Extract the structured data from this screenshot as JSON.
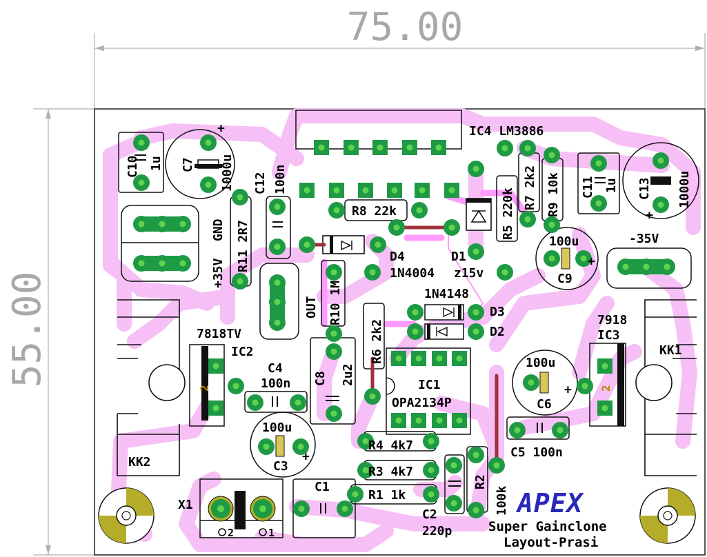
{
  "dimensions": {
    "width_label": "75.00",
    "height_label": "55.00"
  },
  "colors": {
    "track_top": "#f5c4f5",
    "track_bottom": "#ff9bff",
    "pad": "#1e9a45",
    "pad_center": "#5fd34e",
    "silk": "#000000",
    "ring": "#d2b400",
    "jumper": "#a0303a",
    "logo": "#2a28b8"
  },
  "labels": {
    "ic4": "IC4 LM3886",
    "ic1_name": "IC1",
    "ic1_part": "OPA2134P",
    "ic2_name": "IC2",
    "ic2_part": "7818TV",
    "ic3_name": "IC3",
    "ic3_part": "7918",
    "kk1": "KK1",
    "kk2": "KK2",
    "x1": "X1",
    "c1": "C1",
    "c2": "C2",
    "c2_val": "220p",
    "c3": "C3",
    "c3_val": "100u",
    "c4": "C4",
    "c4_val": "100n",
    "c5": "C5 100n",
    "c6": "C6",
    "c6_val": "100u",
    "c7": "C7",
    "c7_val": "1000u",
    "c8": "C8",
    "c8_val": "2u2",
    "c9": "C9",
    "c9_val": "100u",
    "c10": "C10",
    "c10_val": "1u",
    "c11": "C11",
    "c11_val": "1u",
    "c12": "C12",
    "c12_val": "100n",
    "c13": "C13",
    "c13_val": "1000u",
    "r1": "R1 1k",
    "r2": "R2",
    "r2_val": "100k",
    "r3": "R3 4k7",
    "r4": "R4 4k7",
    "r5": "R5 220k",
    "r6": "R6 2k2",
    "r7": "R7 2k2",
    "r8": "R8 22k",
    "r9": "R9 10k",
    "r10": "R10 1M",
    "r11": "R11 2R7",
    "d1": "D1",
    "d1_val": "z15v",
    "d2": "D2",
    "d3": "D3",
    "d23_val": "1N4148",
    "d4": "D4",
    "d4_val": "1N4004",
    "gnd": "GND",
    "plus35": "+35V",
    "minus35": "-35V",
    "out": "OUT",
    "plus": "+",
    "pin1": "2",
    "pin2": "1",
    "ic_center": "2",
    "logo": "APEX",
    "title1": "Super Gainclone",
    "title2": "Layout-Prasi"
  }
}
